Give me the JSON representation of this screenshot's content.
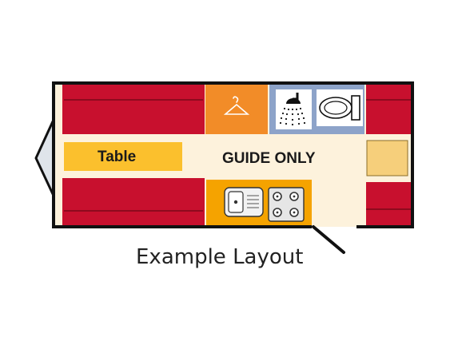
{
  "labels": {
    "table": "Table",
    "guide": "GUIDE ONLY",
    "caption": "Example Layout"
  },
  "colors": {
    "outline": "#111111",
    "floor": "#fdf2dc",
    "seat_red": "#c8102e",
    "seat_red_dark": "#8e0a1e",
    "wardrobe_orange": "#f28c28",
    "bathroom_blue": "#8da3c9",
    "table_yellow": "#fbc02d",
    "kitchen_orange": "#f5a300",
    "cabinet_tan": "#f6cf7b"
  },
  "icons": [
    "hanger-icon",
    "shower-icon",
    "toilet-icon",
    "sink-icon",
    "hob-icon"
  ]
}
